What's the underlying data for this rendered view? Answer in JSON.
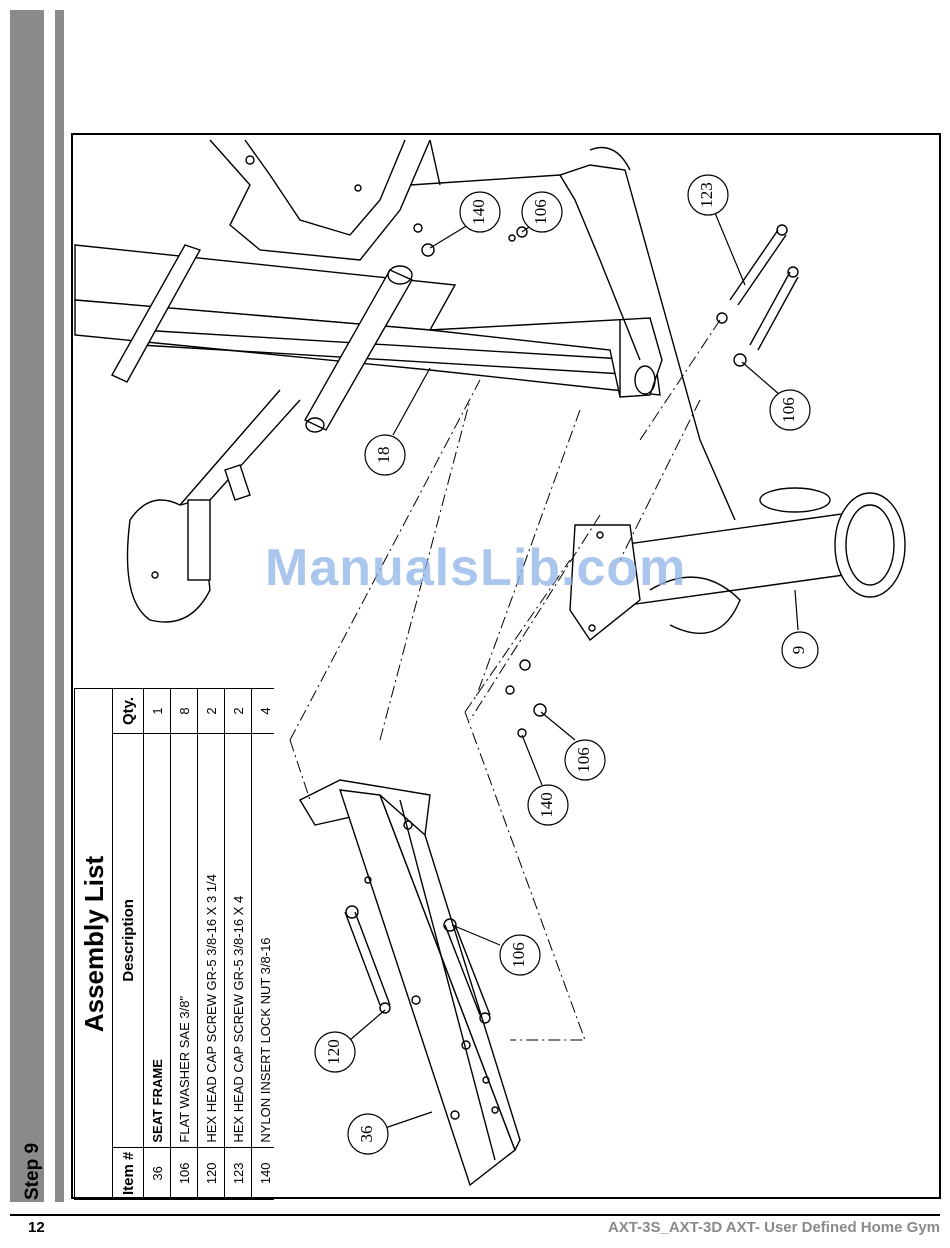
{
  "step_label": "Step 9",
  "watermark": "ManualsLib.com",
  "assembly": {
    "title": "Assembly List",
    "headers": {
      "item": "Item #",
      "description": "Description",
      "qty": "Qty."
    },
    "rows": [
      {
        "item": "36",
        "description": "SEAT FRAME",
        "qty": "1"
      },
      {
        "item": "106",
        "description": "FLAT WASHER SAE 3/8\"",
        "qty": "8"
      },
      {
        "item": "120",
        "description": "HEX HEAD CAP SCREW GR-5 3/8-16 X 3 1/4",
        "qty": "2"
      },
      {
        "item": "123",
        "description": "HEX HEAD CAP SCREW GR-5 3/8-16 X 4",
        "qty": "2"
      },
      {
        "item": "140",
        "description": "NYLON INSERT LOCK NUT 3/8-16",
        "qty": "4"
      }
    ]
  },
  "callouts": {
    "c140a": "140",
    "c106a": "106",
    "c123": "123",
    "c106b": "106",
    "c18": "18",
    "c9": "9",
    "c106c": "106",
    "c140b": "140",
    "c106d": "106",
    "c120": "120",
    "c36": "36"
  },
  "footer": {
    "page_number": "12",
    "document_ref": "AXT-3S_AXT-3D  AXT- User Defined Home Gym"
  }
}
